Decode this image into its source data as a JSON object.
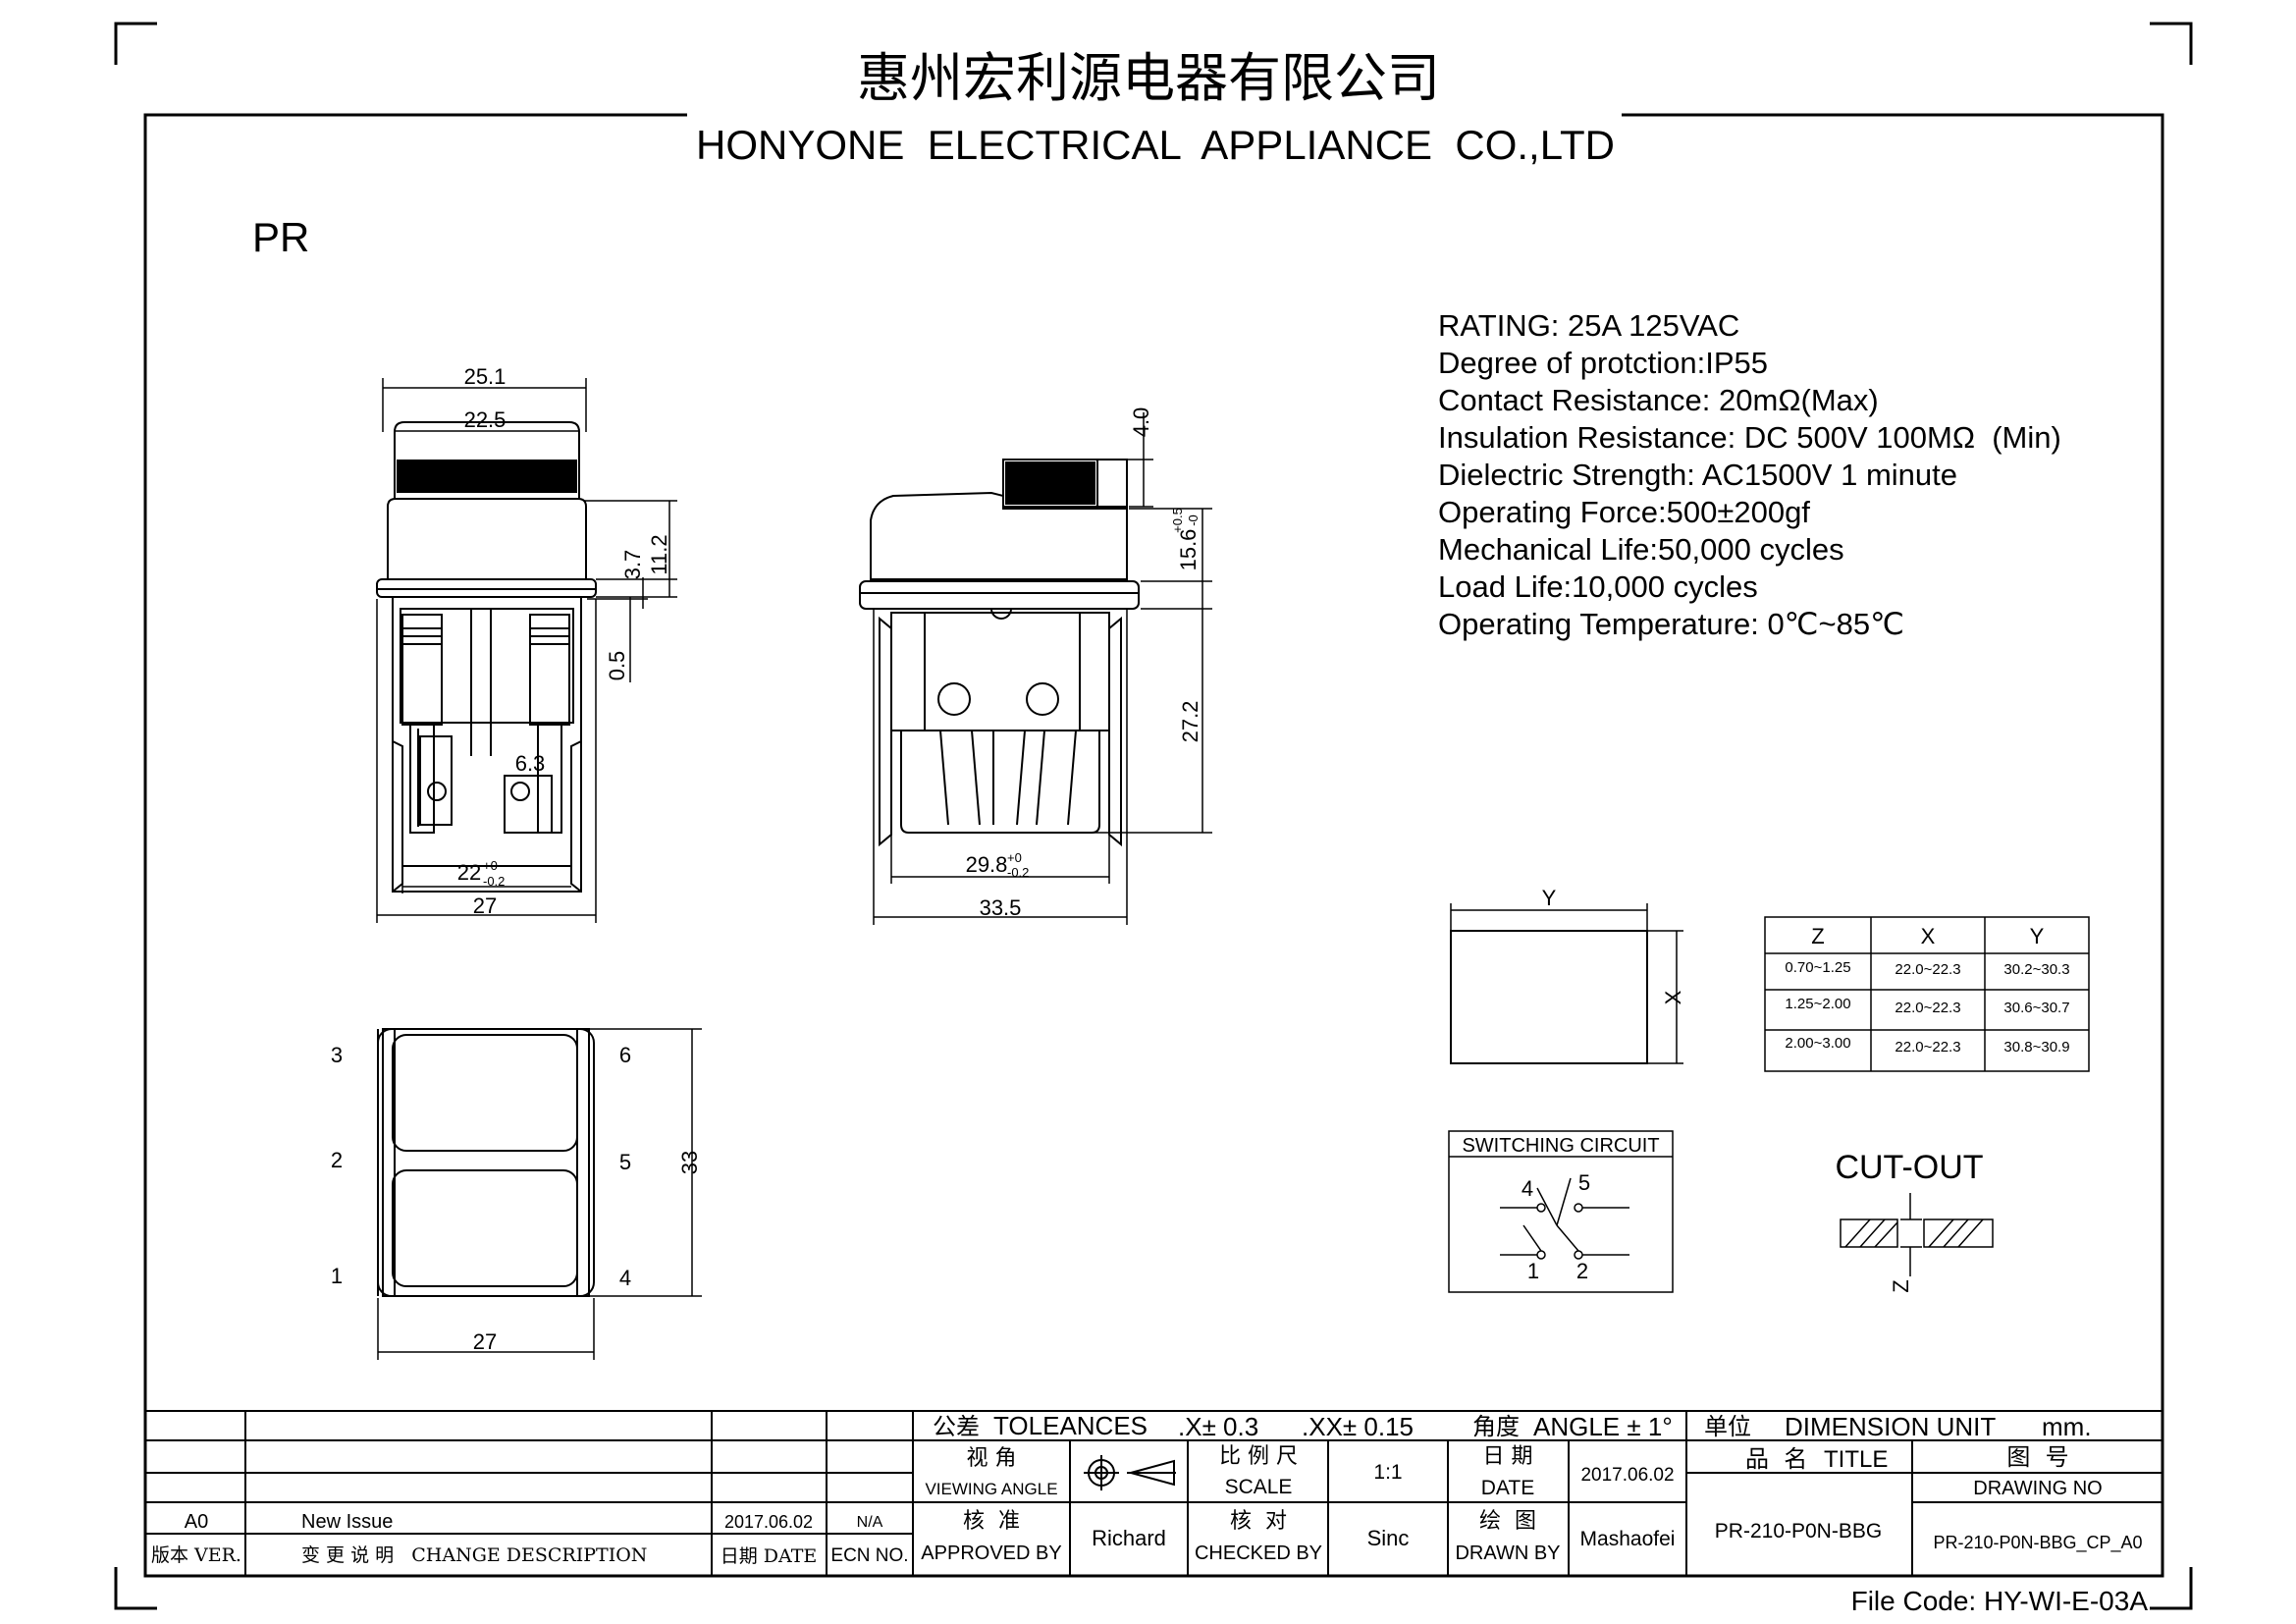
{
  "company": {
    "name_cn": "惠州宏利源电器有限公司",
    "name_en": "HONYONE  ELECTRICAL  APPLIANCE  CO.,LTD"
  },
  "model_label": "PR",
  "specs": [
    "RATING: 25A 125VAC",
    "Degree of protction:IP55",
    "Contact Resistance: 20mΩ(Max)",
    "Insulation Resistance: DC 500V 100MΩ  (Min)",
    "Dielectric Strength: AC1500V 1 minute",
    "Operating Force:500±200gf",
    "Mechanical Life:50,000 cycles",
    "Load Life:10,000 cycles",
    "Operating Temperature: 0℃~85℃"
  ],
  "front_view": {
    "dims": {
      "top_width": "25.1",
      "rocker_width": "22.5",
      "height_3_7": "3.7",
      "height_11_2": "11.2",
      "flange_0_5": "0.5",
      "terminal_6_3": "6.3",
      "body_22": "22",
      "body_22_tol_upper": "+0",
      "body_22_tol_lower": "-0.2",
      "base_27": "27"
    }
  },
  "side_view": {
    "dims": {
      "rocker_4_0": "4.0",
      "height_15_6": "15.6",
      "height_15_6_tol_upper": "+0.5",
      "height_15_6_tol_lower": "-0",
      "depth_27_2": "27.2",
      "body_29_8": "29.8",
      "body_29_8_tol_upper": "+0",
      "body_29_8_tol_lower": "-0.2",
      "base_33_5": "33.5"
    }
  },
  "bottom_view": {
    "pins_left": [
      "3",
      "2",
      "1"
    ],
    "pins_right": [
      "6",
      "5",
      "4"
    ],
    "dims": {
      "height": "33",
      "width": "27"
    }
  },
  "cutout_panel": {
    "label_y": "Y",
    "label_x": "X"
  },
  "cutout_table": {
    "headers": [
      "Z",
      "X",
      "Y"
    ],
    "rows": [
      [
        "0.70~1.25",
        "22.0~22.3",
        "30.2~30.3"
      ],
      [
        "1.25~2.00",
        "22.0~22.3",
        "30.6~30.7"
      ],
      [
        "2.00~3.00",
        "22.0~22.3",
        "30.8~30.9"
      ]
    ]
  },
  "switching_circuit": {
    "title": "SWITCHING CIRCUIT",
    "pins": [
      "4",
      "5",
      "1",
      "2"
    ]
  },
  "cutout": {
    "title": "CUT-OUT",
    "label_z": "Z"
  },
  "title_block": {
    "tolerance_cn": "公差",
    "tolerance_en": "TOLEANCES",
    "tol_x": ".X± 0.3",
    "tol_xx": ".XX± 0.15",
    "angle_cn": "角度",
    "angle_en": "ANGLE ± 1°",
    "unit_cn": "单位",
    "unit_en": "DIMENSION UNIT",
    "unit_value": "mm.",
    "viewing_cn": "视 角",
    "viewing_en": "VIEWING ANGLE",
    "scale_cn": "比 例 尺",
    "scale_en": "SCALE",
    "scale_value": "1:1",
    "date_cn": "日 期",
    "date_en": "DATE",
    "date_value": "2017.06.02",
    "title_cn": "品  名",
    "title_en": "TITLE",
    "drawing_no_cn": "图  号",
    "drawing_no_en": "DRAWING NO",
    "approved_cn": "核  准",
    "approved_en": "APPROVED BY",
    "approved_value": "Richard",
    "checked_cn": "核  对",
    "checked_en": "CHECKED BY",
    "checked_value": "Sinc",
    "drawn_cn": "绘  图",
    "drawn_en": "DRAWN BY",
    "drawn_value": "Mashaofei",
    "title_value": "PR-210-P0N-BBG",
    "drawing_no_value": "PR-210-P0N-BBG_CP_A0",
    "rev_row": {
      "ver": "A0",
      "desc": "New Issue",
      "date": "2017.06.02",
      "ecn": "N/A"
    },
    "hdr_ver": "版本 VER.",
    "hdr_change": "变 更 说 明   CHANGE DESCRIPTION",
    "hdr_date": "日期 DATE",
    "hdr_ecn": "ECN NO."
  },
  "file_code": "File Code: HY-WI-E-03A"
}
